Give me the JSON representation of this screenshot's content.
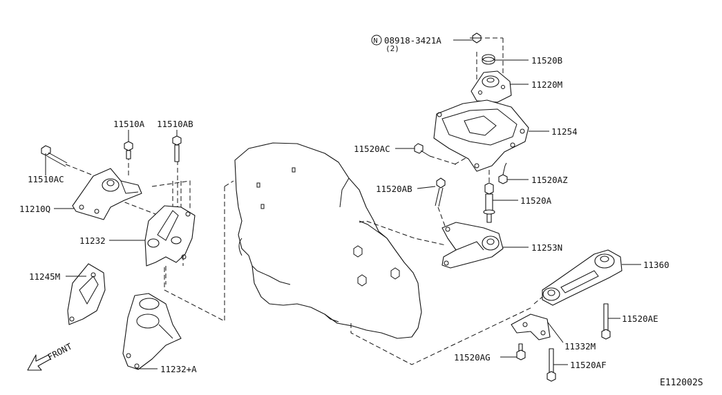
{
  "diagram_code": "E112002S",
  "front_label": "FRONT",
  "callouts": {
    "p08918": "08918-3421A",
    "p08918_n": "N",
    "p08918_qty": "(2)",
    "p11520B": "11520B",
    "p11220M": "11220M",
    "p11254": "11254",
    "p11520AC": "11520AC",
    "p11520AZ": "11520AZ",
    "p11520AB": "11520AB",
    "p11520A": "11520A",
    "p11253N": "11253N",
    "p11360": "11360",
    "p11520AE": "11520AE",
    "p11332M": "11332M",
    "p11520AG": "11520AG",
    "p11520AF": "11520AF",
    "p11510A": "11510A",
    "p11510AB": "11510AB",
    "p11510AC": "11510AC",
    "p11210Q": "11210Q",
    "p11232": "11232",
    "p11245M": "11245M",
    "p11232A": "11232+A"
  }
}
